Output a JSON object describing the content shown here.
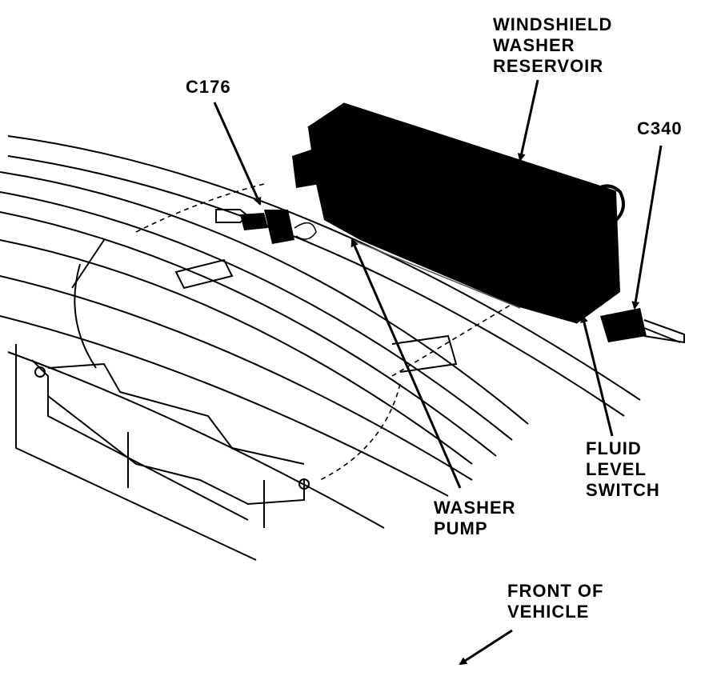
{
  "labels": {
    "reservoir": [
      "WINDSHIELD",
      "WASHER",
      "RESERVOIR"
    ],
    "c176": "C176",
    "c340": "C340",
    "fluid_level_switch": [
      "FLUID",
      "LEVEL",
      "SWITCH"
    ],
    "washer_pump": [
      "WASHER",
      "PUMP"
    ],
    "front_of_vehicle": [
      "FRONT OF",
      "VEHICLE"
    ]
  },
  "colors": {
    "ink": "#000000",
    "paper": "#ffffff"
  }
}
